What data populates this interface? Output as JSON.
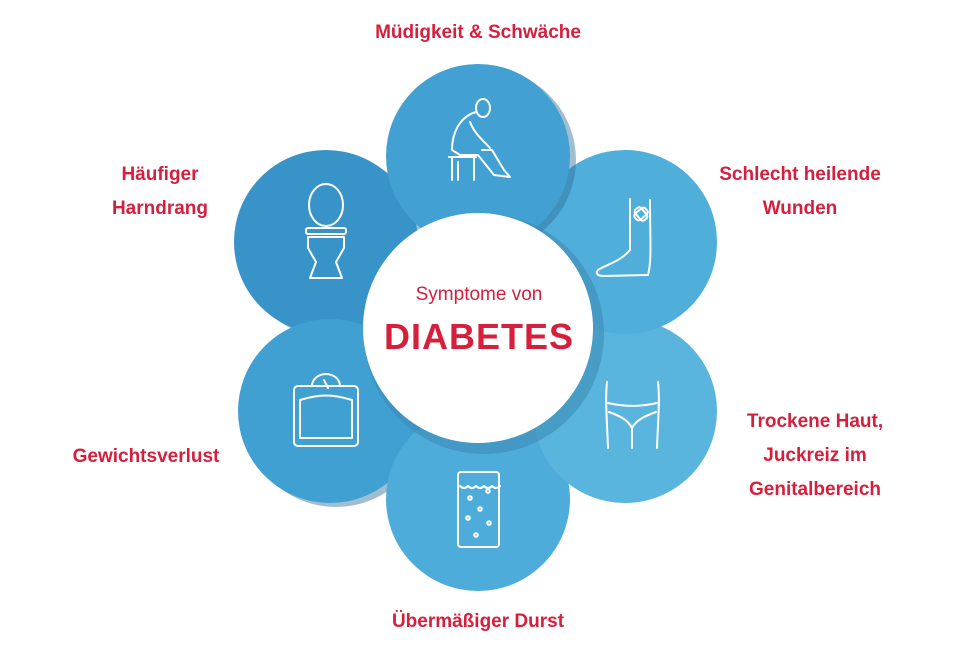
{
  "center": {
    "subtitle": "Symptome von",
    "title": "DIABETES"
  },
  "symptoms": [
    {
      "id": "fatigue",
      "label": "Müdigkeit & Schwäche",
      "icon": "tired-person-icon"
    },
    {
      "id": "wounds",
      "label_lines": [
        "Schlecht heilende",
        "Wunden"
      ],
      "icon": "bandaged-leg-icon"
    },
    {
      "id": "skin",
      "label_lines": [
        "Trockene Haut,",
        "Juckreiz im",
        "Genitalbereich"
      ],
      "icon": "underwear-icon"
    },
    {
      "id": "thirst",
      "label": "Übermäßiger Durst",
      "icon": "water-glass-icon"
    },
    {
      "id": "weight",
      "label": "Gewichtsverlust",
      "icon": "scale-icon"
    },
    {
      "id": "urination",
      "label_lines": [
        "Häufiger",
        "Harndrang"
      ],
      "icon": "toilet-icon"
    }
  ],
  "colors": {
    "accent_red": "#d61f3c",
    "circle_dark": "#3995c9",
    "circle_mid": "#42a1d2",
    "circle_light": "#55b2dc",
    "shadow": "#2f7eaa"
  }
}
